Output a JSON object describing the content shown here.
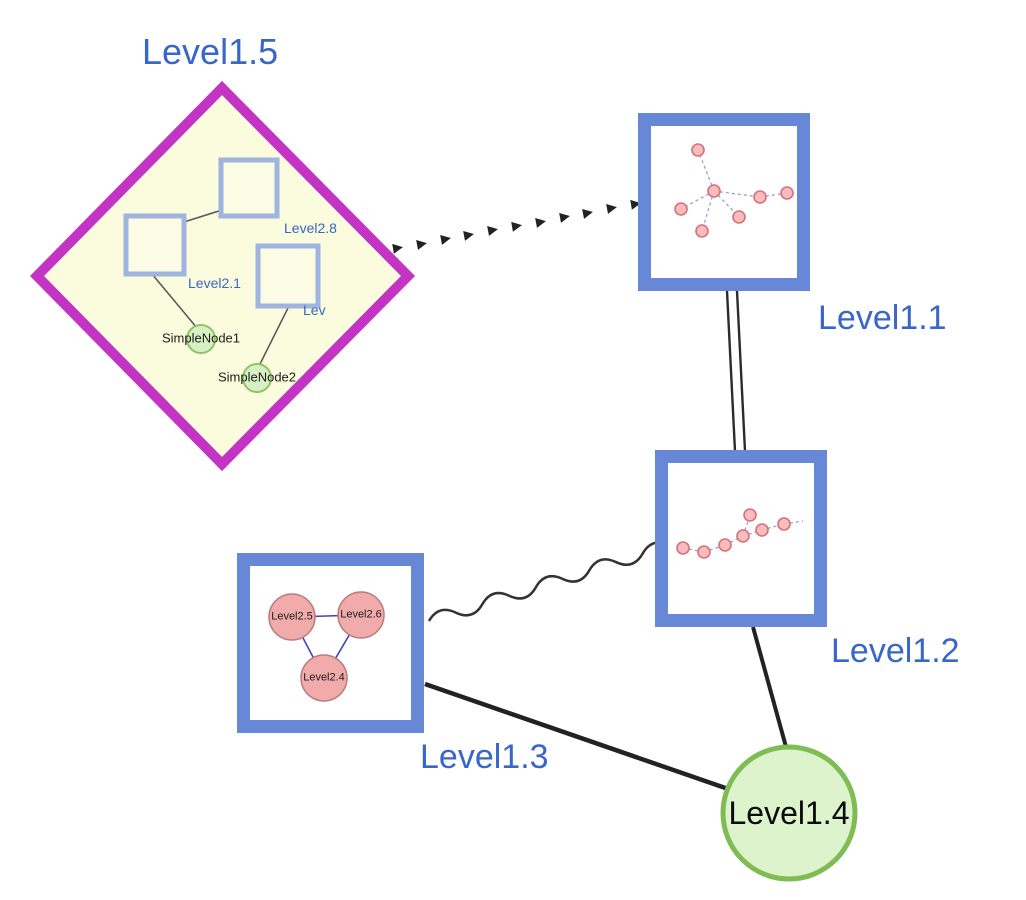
{
  "colors": {
    "label_blue": "#3866C9",
    "diamond_border": "#C434C4",
    "diamond_fill": "#FBFBDE",
    "inner_square_border": "#9FB4DF",
    "group_border": "#6688D6",
    "green_node_fill": "#D9F0C5",
    "green_node_border": "#8CC565",
    "big_green_fill": "#DDF3CC",
    "big_green_border": "#7FBC54",
    "pink_node_fill": "#F2ABAB",
    "pink_node_border": "#C97C7C",
    "edge_color": "#2B2B2B",
    "mini_edge_color": "#8F97DB"
  },
  "diamond_group": {
    "title": "Level1.5",
    "square_labels": {
      "top": "Level2.8",
      "left": "Level2.1",
      "right": "Lev"
    },
    "nodes": {
      "n1": "SimpleNode1",
      "n2": "SimpleNode2"
    }
  },
  "groups": {
    "g11": {
      "title": "Level1.1"
    },
    "g12": {
      "title": "Level1.2"
    },
    "g13": {
      "title": "Level1.3",
      "children": {
        "c1": "Level2.5",
        "c2": "Level2.6",
        "c3": "Level2.4"
      }
    }
  },
  "plain_node": {
    "title": "Level1.4"
  }
}
